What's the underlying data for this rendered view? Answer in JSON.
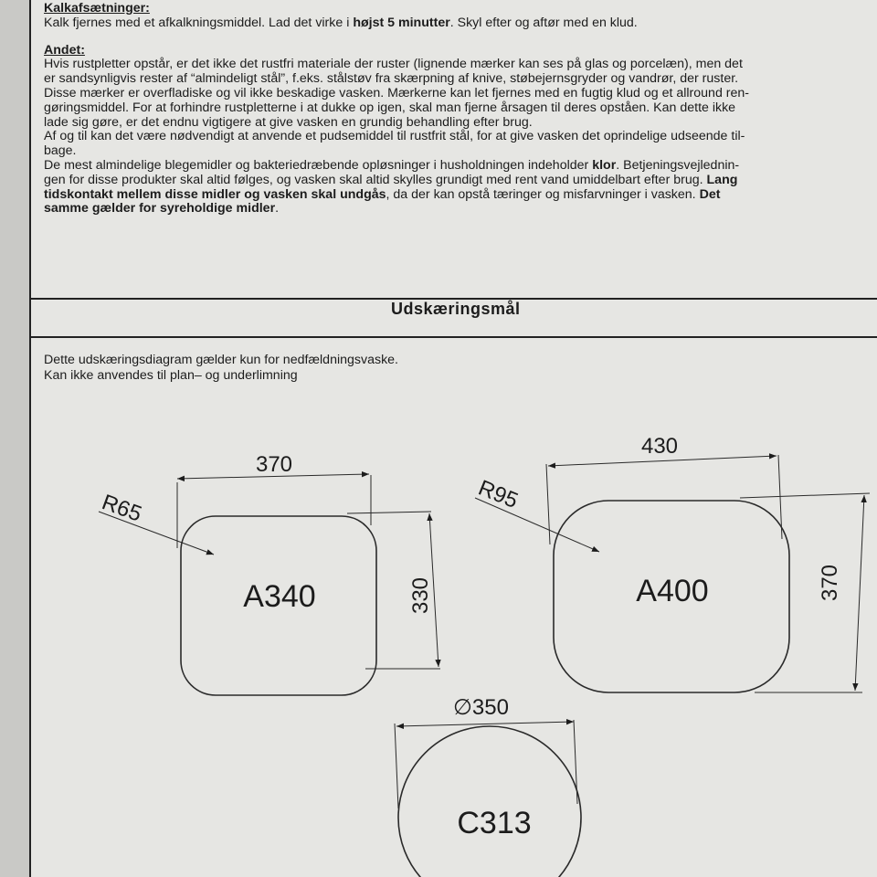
{
  "kalk": {
    "heading": "Kalkafsætninger:",
    "line_a": "Kalk fjernes med et afkalkningsmiddel. Lad det virke i ",
    "line_bold": "højst 5 minutter",
    "line_b": ". Skyl efter og aftør med en klud."
  },
  "andet": {
    "heading": "Andet:",
    "lines": [
      "Hvis rustpletter opstår, er det ikke det rustfri materiale der ruster (lignende mærker kan ses på glas og porcelæn), men det",
      "er sandsynligvis rester af “almindeligt stål”,  f.eks. stålstøv fra skærpning af knive, støbejernsgryder og vandrør, der ruster.",
      "Disse mærker er overfladiske og vil ikke beskadige vasken. Mærkerne kan let fjernes med en fugtig klud og et allround ren-",
      "gøringsmiddel. For at forhindre rustpletterne i at dukke op igen, skal man fjerne årsagen til deres opståen. Kan dette ikke",
      "lade sig gøre, er det endnu vigtigere at give vasken en grundig behandling efter brug.",
      "Af og til kan det være nødvendigt at anvende et pudsemiddel til rustfrit stål, for at give vasken det oprindelige udseende til-",
      "bage."
    ],
    "bleach_1a": "De mest almindelige blegemidler og bakteriedræbende opløsninger i husholdningen indeholder ",
    "bleach_1b": "klor",
    "bleach_1c": ". Betjeningsvejlednin-",
    "bleach_2a": "gen for disse produkter skal altid følges, og vasken skal altid skylles grundigt med rent vand umiddelbart efter brug. ",
    "bleach_2b": " Lang",
    "bleach_3a": "tidskontakt mellem disse midler og vasken skal undgås",
    "bleach_3b": ", da der kan opstå  tæringer og misfarvninger i vasken. ",
    "bleach_3c": "Det",
    "bleach_4a": "samme gælder for syreholdige midler",
    "bleach_4b": "."
  },
  "section": {
    "title": "Udskæringsmål",
    "intro_1": "Dette udskæringsdiagram gælder  kun for nedfældningsvaske.",
    "intro_2": "Kan ikke anvendes til plan– og underlimning"
  },
  "diagrams": {
    "a340": {
      "label": "A340",
      "width": "370",
      "height": "330",
      "radius": "R65"
    },
    "a400": {
      "label": "A400",
      "width": "430",
      "height": "370",
      "radius": "R95"
    },
    "c313": {
      "label": "C313",
      "diameter": "350",
      "diameter_symbol": "∅"
    }
  }
}
